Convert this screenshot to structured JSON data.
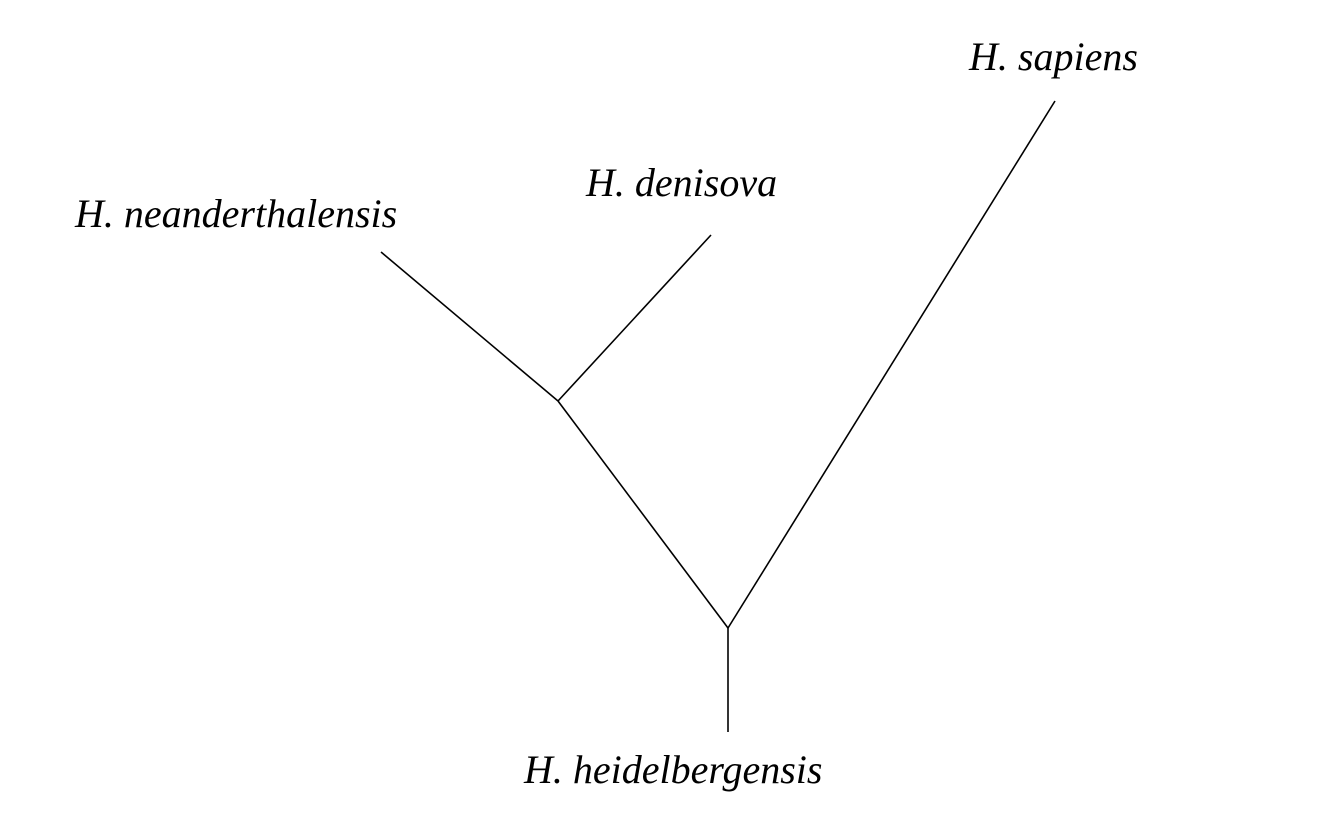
{
  "diagram": {
    "type": "phylogenetic-tree",
    "root": "H. heidelbergensis",
    "taxa": {
      "sapiens": "H. sapiens",
      "denisova": "H. denisova",
      "neanderthalensis": "H. neanderthalensis",
      "heidelbergensis": "H. heidelbergensis"
    },
    "edges": [
      {
        "from": "root",
        "to": "clade-neanderthal-denisova"
      },
      {
        "from": "root",
        "to": "H. sapiens"
      },
      {
        "from": "clade-neanderthal-denisova",
        "to": "H. neanderthalensis"
      },
      {
        "from": "clade-neanderthal-denisova",
        "to": "H. denisova"
      },
      {
        "from": "root",
        "to": "H. heidelbergensis"
      }
    ],
    "colors": {
      "line": "#000000",
      "text": "#000000",
      "background": "#ffffff"
    }
  }
}
